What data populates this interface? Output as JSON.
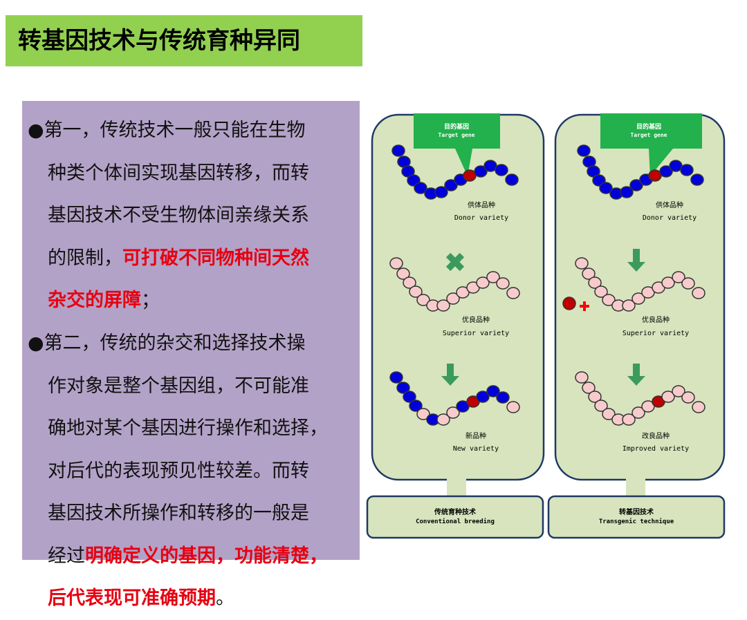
{
  "title": "转基因技术与传统育种异同",
  "paragraphs": [
    {
      "bullet": "●",
      "lines": [
        [
          {
            "t": "第一，传统技术一般只能在生物",
            "hl": false
          }
        ],
        [
          {
            "t": "种类个体间实现基因转移，而转",
            "hl": false
          }
        ],
        [
          {
            "t": "基因技术不受生物体间亲缘关系",
            "hl": false
          }
        ],
        [
          {
            "t": "的限制，",
            "hl": false
          },
          {
            "t": "可打破不同物种间天然",
            "hl": true
          }
        ],
        [
          {
            "t": "杂交的屏障",
            "hl": true
          },
          {
            "t": "；",
            "hl": false
          }
        ]
      ]
    },
    {
      "bullet": "●",
      "lines": [
        [
          {
            "t": "第二，传统的杂交和选择技术操",
            "hl": false
          }
        ],
        [
          {
            "t": "作对象是整个基因组，不可能准",
            "hl": false
          }
        ],
        [
          {
            "t": "确地对某个基因进行操作和选择，",
            "hl": false
          }
        ],
        [
          {
            "t": "对后代的表现预见性较差。而转",
            "hl": false
          }
        ],
        [
          {
            "t": "基因技术所操作和转移的一般是",
            "hl": false
          }
        ],
        [
          {
            "t": "经过",
            "hl": false
          },
          {
            "t": "明确定义的基因，功能清楚，",
            "hl": true
          }
        ],
        [
          {
            "t": "后代表现可准确预期",
            "hl": true
          },
          {
            "t": "。",
            "hl": false
          }
        ]
      ]
    }
  ],
  "diagram": {
    "colors": {
      "panel": "#d7e4bd",
      "border": "#1f3864",
      "blue": "#0000dd",
      "pink": "#f7cbcb",
      "red": "#c00000",
      "arrow": "#3c9a5f",
      "callout": "#22b14c"
    },
    "left": {
      "callout_cn": "目的基因",
      "callout_en": "Target gene",
      "donor_cn": "供体品种",
      "donor_en": "Donor variety",
      "superior_cn": "优良品种",
      "superior_en": "Superior variety",
      "result_cn": "新品种",
      "result_en": "New variety",
      "footer_cn": "传统育种技术",
      "footer_en": "Conventional breeding",
      "mid_symbol": "cross-icon"
    },
    "right": {
      "callout_cn": "目的基因",
      "callout_en": "Target gene",
      "donor_cn": "供体品种",
      "donor_en": "Donor variety",
      "superior_cn": "优良品种",
      "superior_en": "Superior variety",
      "result_cn": "改良品种",
      "result_en": "Improved variety",
      "footer_cn": "转基因技术",
      "footer_en": "Transgenic technique",
      "mid_symbol": "down-arrow-icon"
    }
  }
}
